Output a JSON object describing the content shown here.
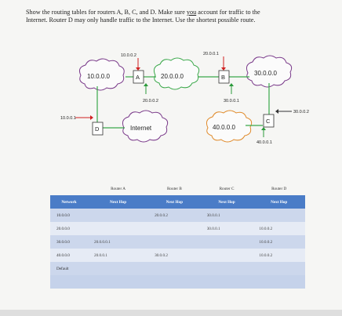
{
  "question": {
    "line1": "Show the routing tables for routers A, B, C, and D. Make sure ",
    "underlined": "you",
    "line1_end": " account for traffic to the",
    "line2": "Internet.  Router D may only handle traffic to the Internet. Use the shortest possible route."
  },
  "diagram": {
    "net_left": "10.0.0.0",
    "net_mid": "20.0.0.0",
    "net_right": "30.0.0.0",
    "net_c": "40.0.0.0",
    "internet": "Internet",
    "router_a": "A",
    "router_b": "B",
    "router_c": "C",
    "router_d": "D",
    "ip_a_top": "10.0.0.2",
    "ip_a_bottom": "20.0.0.2",
    "ip_b_top": "20.0.0.1",
    "ip_b_bottom": "30.0.0.1",
    "ip_c_right": "30.0.0.2",
    "ip_c_bottom": "40.0.0.1",
    "ip_d_left": "10.0.0.1"
  },
  "table": {
    "network_header": "Network",
    "routers": [
      "Router A",
      "Router B",
      "Router C",
      "Router D"
    ],
    "hop_header": "Next Hop",
    "rows": [
      {
        "network": "10.0.0.0",
        "a": "",
        "b": "20.0.0.2",
        "c": "30.0.0.1",
        "d": ""
      },
      {
        "network": "20.0.0.0",
        "a": "",
        "b": "",
        "c": "30.0.0.1",
        "d": "10.0.0.2"
      },
      {
        "network": "30.0.0.0",
        "a": "20.0.0.0.1",
        "b": "",
        "c": "",
        "d": "10.0.0.2"
      },
      {
        "network": "40.0.0.0",
        "a": "20.0.0.1",
        "b": "30.0.0.2",
        "c": "",
        "d": "10.0.0.2"
      },
      {
        "network": "Default",
        "a": "",
        "b": "",
        "c": "",
        "d": ""
      },
      {
        "network": "",
        "a": "",
        "b": "",
        "c": "",
        "d": ""
      }
    ]
  },
  "colors": {
    "cloud_green": "#3aa84a",
    "cloud_purple": "#7a3a8a",
    "cloud_orange": "#e08a2a",
    "arrow_red": "#d02020",
    "arrow_green": "#2a9a3a",
    "header_blue": "#4a7cc7"
  }
}
